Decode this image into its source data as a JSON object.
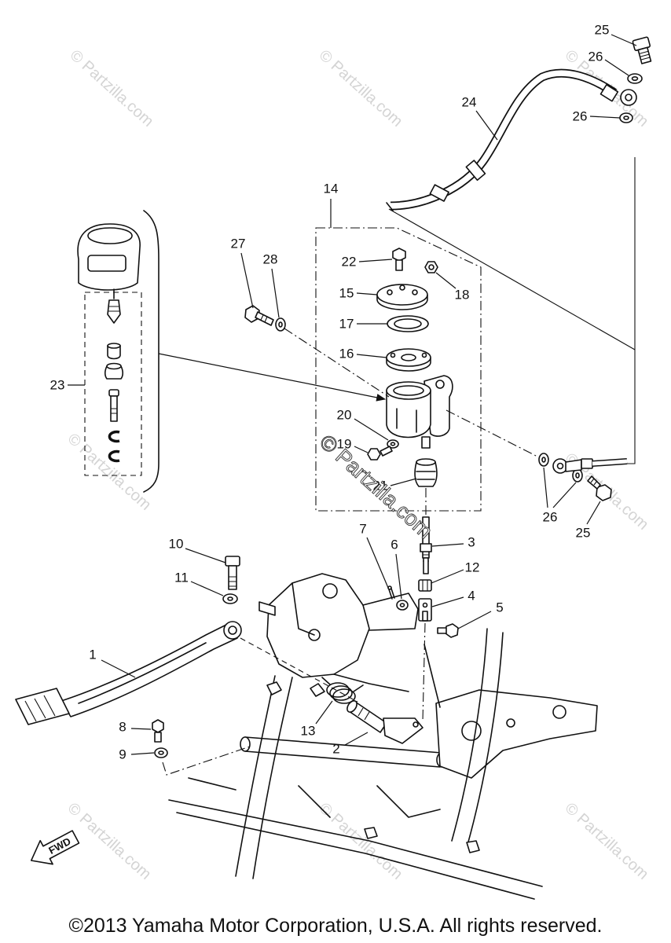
{
  "colors": {
    "background": "#ffffff",
    "line": "#111111",
    "watermark": "#d4d4d4"
  },
  "diagram": {
    "callouts": [
      "25",
      "26",
      "24",
      "26",
      "14",
      "27",
      "28",
      "22",
      "18",
      "15",
      "17",
      "16",
      "23",
      "20",
      "19",
      "21",
      "26",
      "25",
      "7",
      "6",
      "3",
      "12",
      "4",
      "5",
      "10",
      "11",
      "1",
      "8",
      "9",
      "13",
      "2"
    ],
    "fwd_label": "FWD",
    "watermark": "© Partzilla.com",
    "center_watermark": "© Partzilla.com"
  },
  "footer": {
    "copyright": "©2013 Yamaha Motor Corporation, U.S.A. All rights reserved."
  }
}
